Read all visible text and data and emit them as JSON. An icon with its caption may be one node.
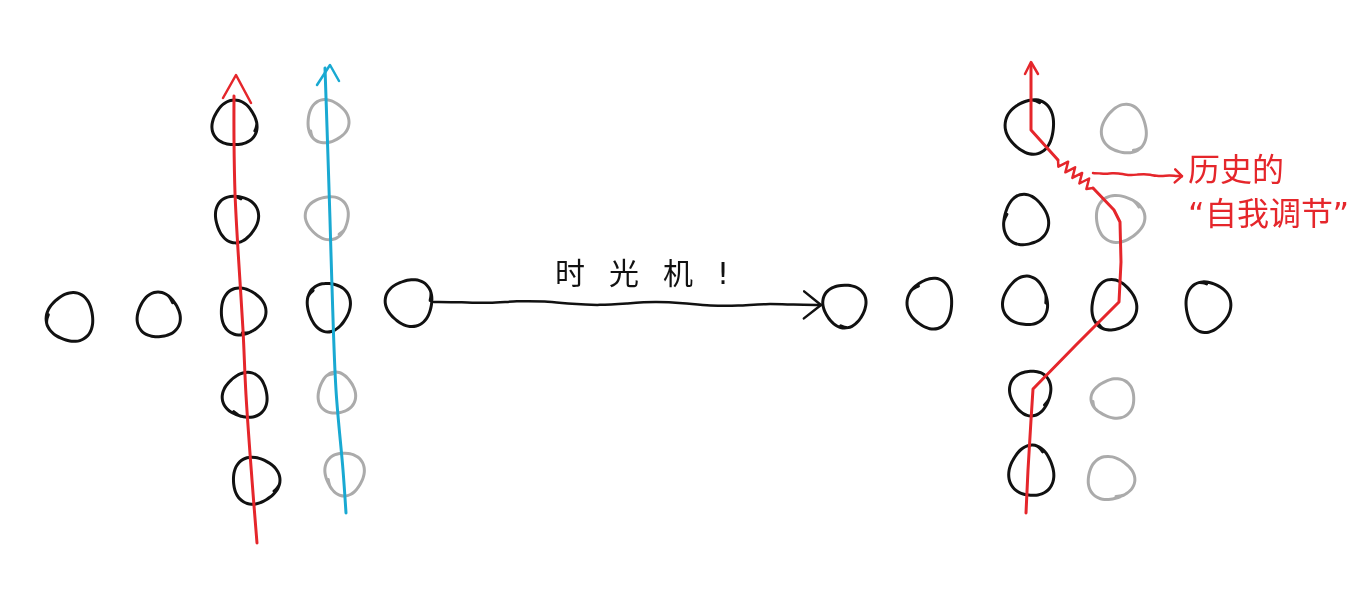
{
  "diagram": {
    "nodes": [
      {
        "text": [],
        "shape": "circle"
      },
      {
        "text": [],
        "shape": "circle"
      },
      {
        "text": [],
        "shape": "circle"
      },
      {
        "text": [],
        "shape": "circle"
      },
      {
        "text": [],
        "shape": "circle"
      },
      {
        "text": [],
        "shape": "circle"
      },
      {
        "text": [],
        "shape": "circle"
      },
      {
        "text": [],
        "shape": "circle"
      },
      {
        "text": [],
        "shape": "circle"
      },
      {
        "text": [],
        "shape": "circle"
      },
      {
        "text": [],
        "shape": "circle"
      },
      {
        "text": [],
        "shape": "circle"
      },
      {
        "text": [],
        "shape": "circle"
      },
      {
        "text": [],
        "shape": "circle"
      },
      {
        "text": [],
        "shape": "circle"
      },
      {
        "text": [],
        "shape": "circle"
      },
      {
        "text": [],
        "shape": "circle"
      },
      {
        "text": [],
        "shape": "circle"
      },
      {
        "text": [],
        "shape": "circle"
      },
      {
        "text": [],
        "shape": "circle"
      },
      {
        "text": [],
        "shape": "circle"
      },
      {
        "text": [],
        "shape": "circle"
      },
      {
        "text": [],
        "shape": "circle"
      },
      {
        "text": [],
        "shape": "circle"
      },
      {
        "text": [],
        "shape": "circle"
      },
      {
        "text": [],
        "shape": "circle"
      },
      {
        "text": [],
        "shape": "zigzag"
      },
      {
        "text": [
          "历史的“自我调节”"
        ]
      }
    ],
    "edges": [
      {
        "from": 8,
        "to": 17,
        "arrow": "to",
        "label": "时光机!"
      },
      {
        "from": 26,
        "to": 27,
        "arrow": "to",
        "color": "#e5262b"
      }
    ]
  }
}
